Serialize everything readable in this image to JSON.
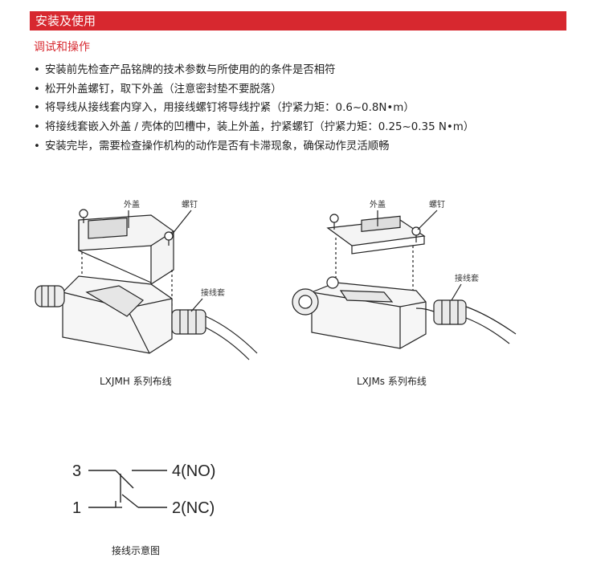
{
  "section": {
    "title": "安装及使用"
  },
  "subsection": {
    "title": "调试和操作"
  },
  "steps": [
    {
      "bullet": "•",
      "text": "安装前先检查产品铭牌的技术参数与所使用的的条件是否相符"
    },
    {
      "bullet": "•",
      "text": "松开外盖螺钉，取下外盖（注意密封垫不要脱落）"
    },
    {
      "bullet": "•",
      "text": "将导线从接线套内穿入，用接线螺钉将导线拧紧（拧紧力矩：0.6~0.8N•m）"
    },
    {
      "bullet": "•",
      "text": "将接线套嵌入外盖 / 壳体的凹槽中，装上外盖，拧紧螺钉（拧紧力矩：0.25~0.35 N•m）"
    },
    {
      "bullet": "•",
      "text": "安装完毕，需要检查操作机构的动作是否有卡滞现象，确保动作灵活顺畅"
    }
  ],
  "figure_left": {
    "caption": "LXJMH 系列布线",
    "label_cover": "外盖",
    "label_screw": "螺钉",
    "label_sleeve": "接线套"
  },
  "figure_right": {
    "caption": "LXJMs 系列布线",
    "label_cover": "外盖",
    "label_screw": "螺钉",
    "label_sleeve": "接线套"
  },
  "wiring": {
    "terminal_3": "3",
    "terminal_1": "1",
    "terminal_4": "4(NO)",
    "terminal_2": "2(NC)",
    "caption": "接线示意图"
  },
  "colors": {
    "accent": "#d7282f",
    "text": "#222222"
  }
}
